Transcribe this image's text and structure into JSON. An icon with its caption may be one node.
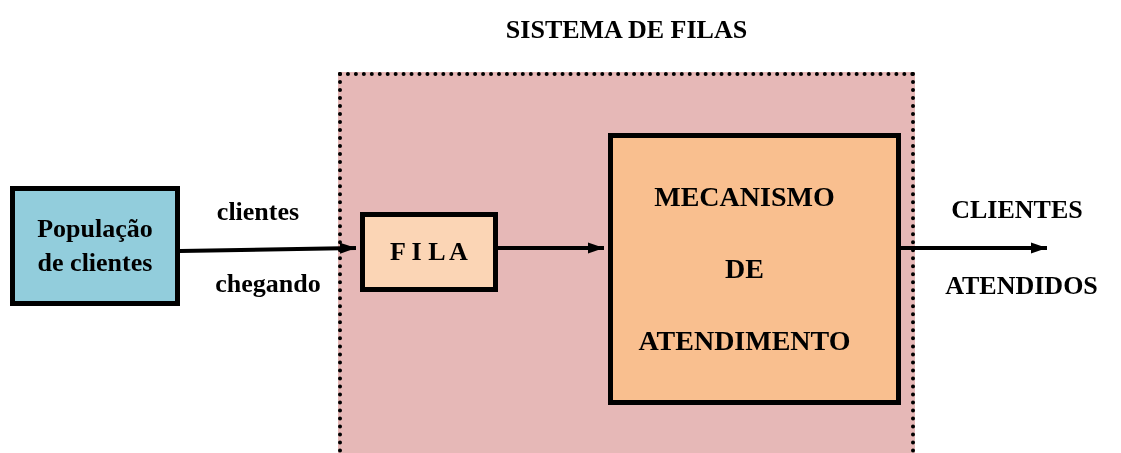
{
  "diagram": {
    "nodes": [
      {
        "text": [
          "SISTEMA DE FILAS"
        ]
      },
      {
        "text": [
          "População de clientes"
        ]
      },
      {
        "text": [
          "F I L A"
        ],
        "in": 0
      },
      {
        "text": [
          "MECANISMO DE ATENDIMENTO"
        ],
        "in": 0
      }
    ],
    "edges": [
      {
        "from": 1,
        "to": 2,
        "arrow": "to"
      },
      {
        "from": 2,
        "to": 3,
        "arrow": "to"
      },
      {
        "from": 3,
        "to": null,
        "arrow": "to"
      }
    ],
    "labels": [
      "clientes",
      "chegando",
      "CLIENTES",
      "ATENDIDOS"
    ]
  }
}
